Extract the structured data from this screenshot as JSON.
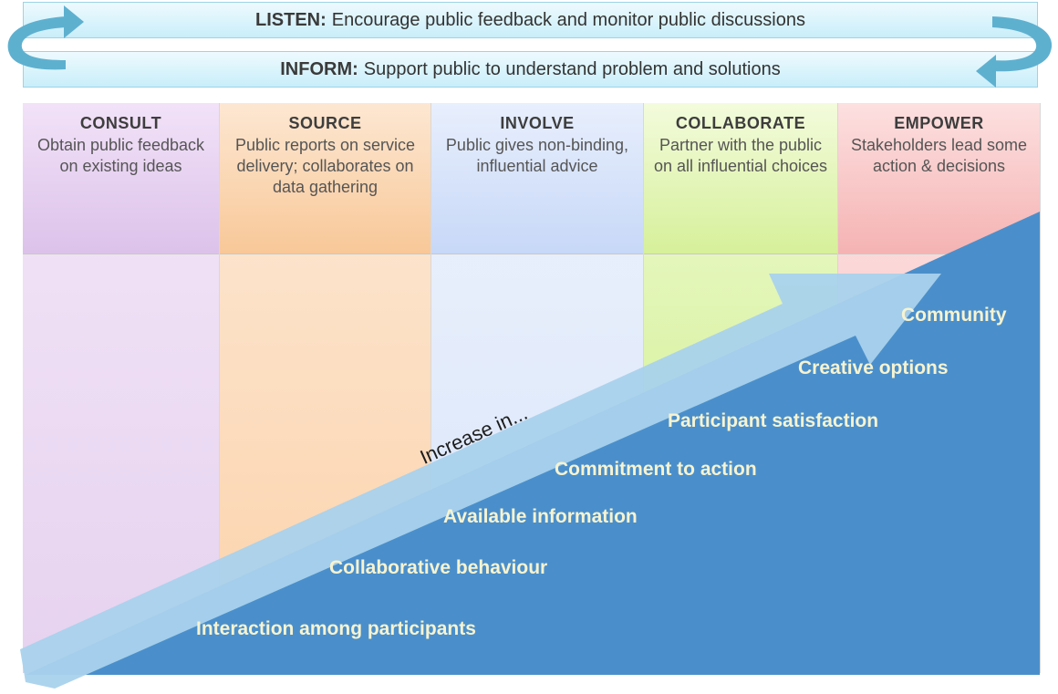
{
  "bands": {
    "listen": {
      "label": "LISTEN:",
      "text": "Encourage public feedback and monitor public discussions"
    },
    "inform": {
      "label": "INFORM:",
      "text": "Support public to understand problem and solutions"
    }
  },
  "columns": [
    {
      "title": "CONSULT",
      "desc": "Obtain public feedback on existing ideas",
      "color": "#e6d2ef"
    },
    {
      "title": "SOURCE",
      "desc": "Public reports on service delivery; collaborates on data gathering",
      "color": "#fbd2aa"
    },
    {
      "title": "INVOLVE",
      "desc": "Public gives non-binding, influential advice",
      "color": "#d8e5fa"
    },
    {
      "title": "COLLABORATE",
      "desc": "Partner with the public on all influential choices",
      "color": "#c9ec7c"
    },
    {
      "title": "EMPOWER",
      "desc": "Stakeholders lead some action & decisions",
      "color": "#f7b9b9"
    }
  ],
  "arrow_label": "Increase in...",
  "increases": [
    "Interaction among participants",
    "Collaborative behaviour",
    "Available information",
    "Commitment to action",
    "Participant satisfaction",
    "Creative options",
    "Community"
  ],
  "colors": {
    "triangle": "#4a8fcb",
    "arrow": "#a9d2ec",
    "loop_arrow": "#5eb0cf"
  }
}
